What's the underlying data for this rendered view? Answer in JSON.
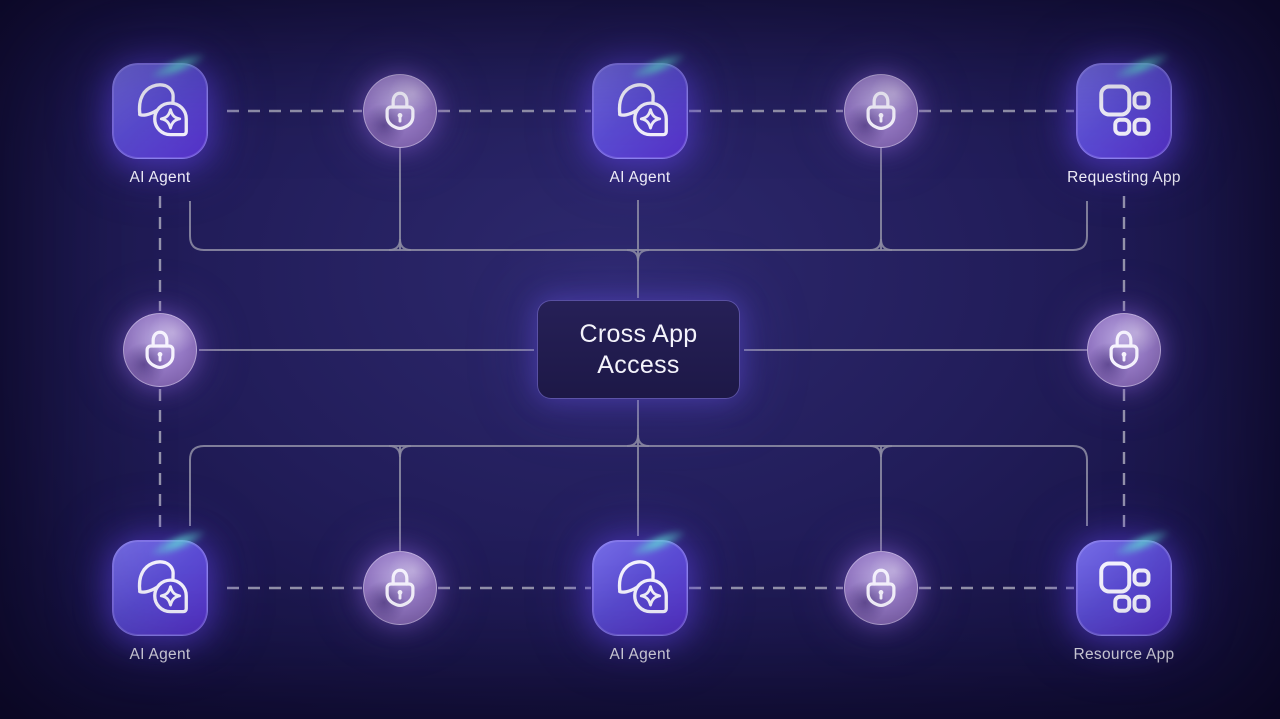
{
  "diagram": {
    "center_box": {
      "label": "Cross App Access"
    },
    "top_row": {
      "agent_left": {
        "label": "AI Agent",
        "icon": "ai-agent-icon"
      },
      "lock_left": {
        "icon": "padlock-icon"
      },
      "agent_center": {
        "label": "AI Agent",
        "icon": "ai-agent-icon"
      },
      "lock_right": {
        "icon": "padlock-icon"
      },
      "requesting_app": {
        "label": "Requesting App",
        "icon": "app-grid-icon"
      }
    },
    "middle_row": {
      "lock_left": {
        "icon": "padlock-icon"
      },
      "lock_right": {
        "icon": "padlock-icon"
      }
    },
    "bottom_row": {
      "agent_left": {
        "label": "AI Agent",
        "icon": "ai-agent-icon"
      },
      "lock_left": {
        "icon": "padlock-icon"
      },
      "agent_center": {
        "label": "AI Agent",
        "icon": "ai-agent-icon"
      },
      "lock_right": {
        "icon": "padlock-icon"
      },
      "resource_app": {
        "label": "Resource App",
        "icon": "app-grid-icon"
      }
    },
    "colors": {
      "background": "#1d1950",
      "tile_gradient_start": "#766ee6",
      "tile_gradient_end": "#5530c8",
      "teal_accent": "#5eead4",
      "lock_circle": "#9a7fc6",
      "connector_solid": "#8b89a2",
      "connector_dashed": "#a09eb4",
      "box_fill": "#201b4e",
      "box_border": "#8074de",
      "text": "#eeecf8"
    }
  }
}
